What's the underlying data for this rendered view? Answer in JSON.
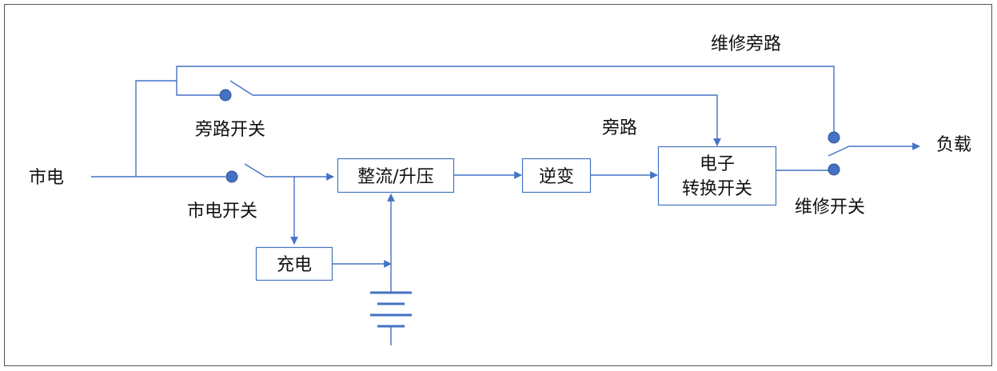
{
  "labels": {
    "mains": "市电",
    "bypass_switch": "旁路开关",
    "mains_switch": "市电开关",
    "maintenance_bypass": "维修旁路",
    "bypass": "旁路",
    "maintenance_switch": "维修开关",
    "load": "负载"
  },
  "blocks": {
    "rectifier_boost": "整流/升压",
    "inverter": "逆变",
    "static_switch_line1": "电子",
    "static_switch_line2": "转换开关",
    "charger": "充电"
  },
  "colors": {
    "line": "#4472c4",
    "box_stroke": "#4472c4",
    "switch_dot": "#4472c4",
    "frame": "#555555",
    "text": "#111111"
  }
}
